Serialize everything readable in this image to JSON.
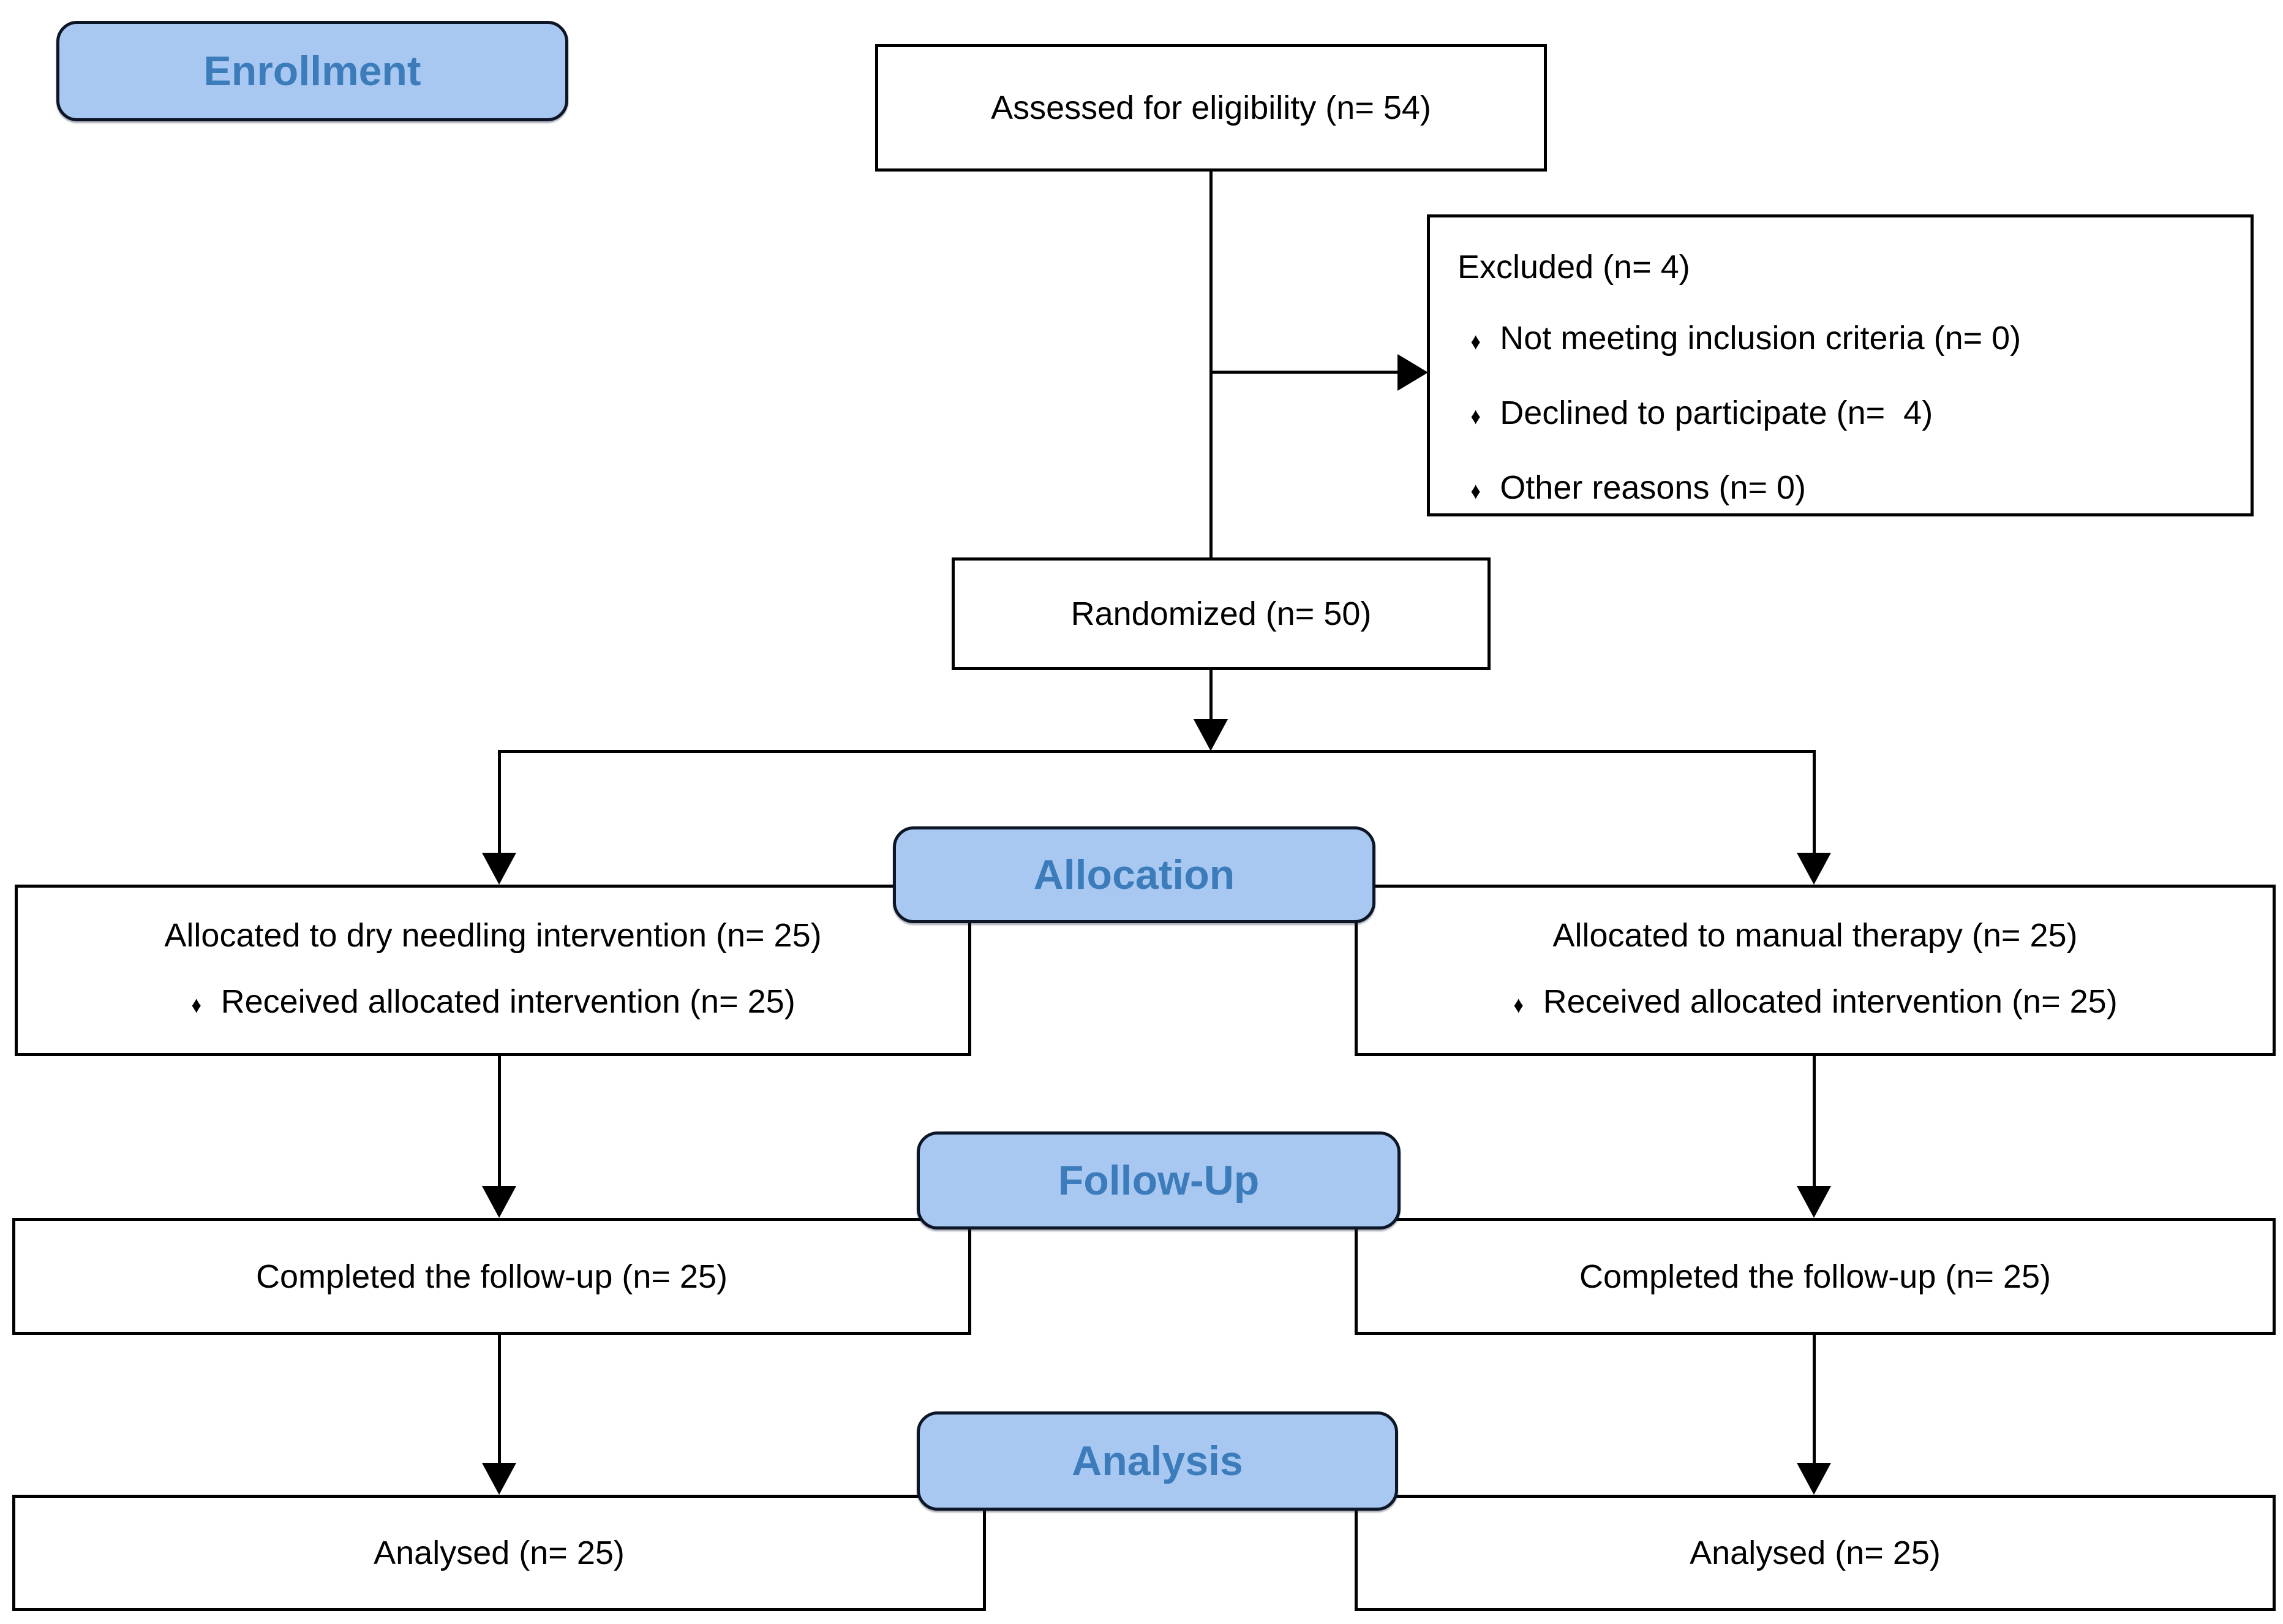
{
  "diagram": {
    "bullet": "♦",
    "stage_labels": {
      "enrollment": "Enrollment",
      "allocation": "Allocation",
      "followup": "Follow-Up",
      "analysis": "Analysis"
    },
    "nodes": {
      "assessed": "Assessed for eligibility (n= 54)",
      "excluded": {
        "title": "Excluded (n= 4)",
        "items": [
          "Not meeting inclusion criteria (n= 0)",
          "Declined to participate (n=  4)",
          "Other reasons (n= 0)"
        ]
      },
      "randomized": "Randomized (n= 50)",
      "alloc_left": {
        "title": "Allocated to dry needling intervention (n= 25)",
        "item": "Received allocated intervention (n= 25)"
      },
      "alloc_right": {
        "title": "Allocated to manual therapy (n= 25)",
        "item": "Received allocated intervention (n= 25)"
      },
      "follow_left": "Completed the follow-up (n= 25)",
      "follow_right": "Completed the follow-up (n= 25)",
      "analysis_left": "Analysed (n= 25)",
      "analysis_right": "Analysed (n= 25)"
    },
    "colors": {
      "badge_fill": "#a8c8f2",
      "badge_text": "#3c7cba",
      "badge_border": "#0d1626",
      "box_bg": "#ffffff",
      "box_border": "#000000",
      "line": "#000000"
    }
  }
}
